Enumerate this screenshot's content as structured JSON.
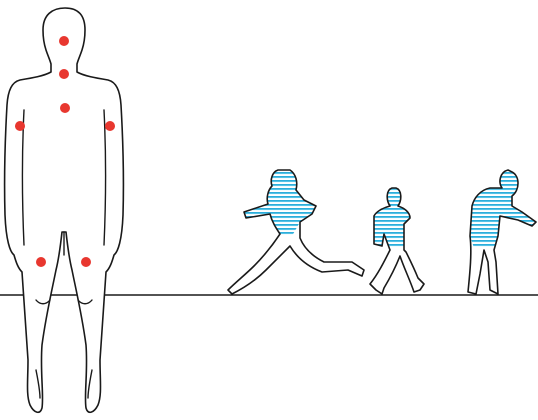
{
  "colors": {
    "background": "#ffffff",
    "outline": "#1a1a1a",
    "marker": "#e8372f",
    "stripe_light": "#b8e6f5",
    "stripe_dark": "#1aa3d6"
  },
  "figure": {
    "icon": "standing-human-outline",
    "marker_count": 7,
    "markers": [
      "head",
      "neck",
      "chest",
      "left-elbow",
      "right-elbow",
      "left-knee",
      "right-knee"
    ]
  },
  "motion_figures": [
    {
      "icon": "running-figure-icon",
      "pose": "running"
    },
    {
      "icon": "walking-figure-icon",
      "pose": "walking"
    },
    {
      "icon": "reaching-figure-icon",
      "pose": "reaching"
    }
  ]
}
